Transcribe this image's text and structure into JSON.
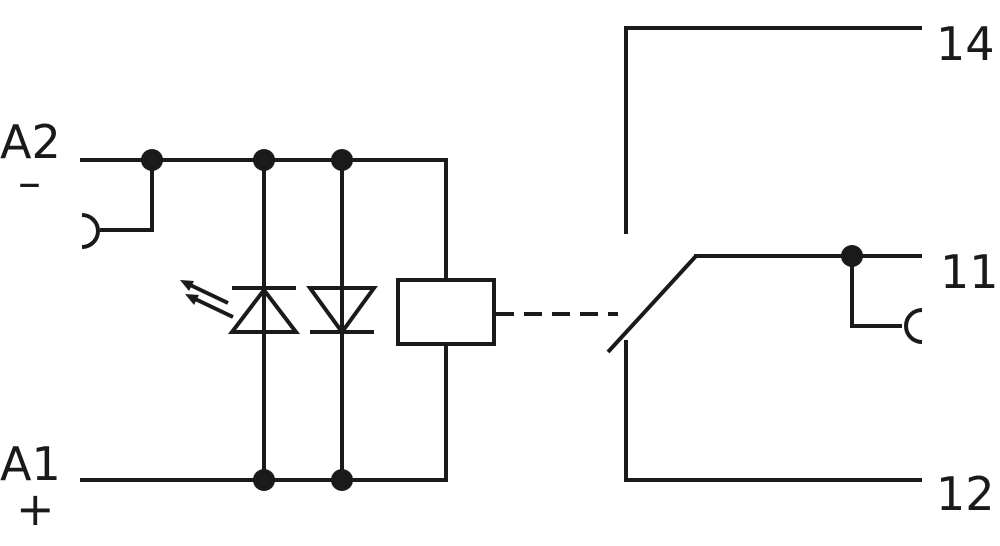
{
  "labels": {
    "a2": "A2",
    "a2_sign": "–",
    "a1": "A1",
    "a1_sign": "+",
    "t14": "14",
    "t11": "11",
    "t12": "12"
  },
  "icons": {
    "led": "led-diode-icon",
    "diode": "diode-icon",
    "coil": "relay-coil-icon",
    "switch": "changeover-contact-icon"
  },
  "colors": {
    "line": "#1a1a1a",
    "background": "#ffffff"
  }
}
